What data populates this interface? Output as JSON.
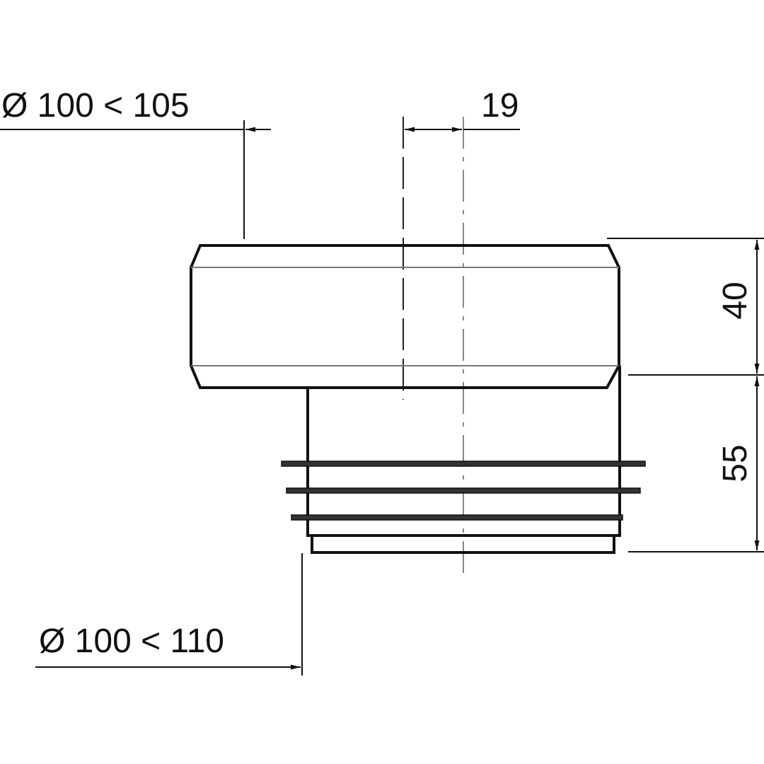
{
  "dimensions": {
    "inlet_diameter": "Ø 100 < 105",
    "offset": "19",
    "socket_height": "40",
    "spigot_height": "55",
    "outlet_diameter": "Ø 100 < 110"
  },
  "colors": {
    "line": "#111111",
    "thin_line": "#555555",
    "background": "#ffffff"
  }
}
